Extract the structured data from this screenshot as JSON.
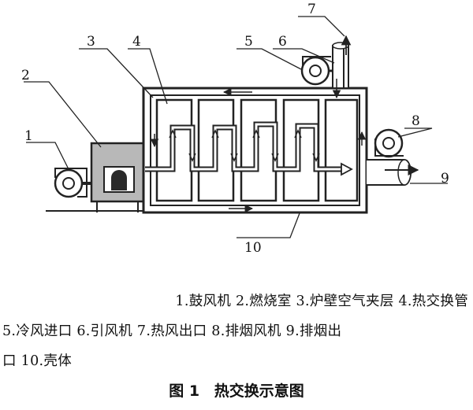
{
  "labels": {
    "n1": "1",
    "n2": "2",
    "n3": "3",
    "n4": "4",
    "n5": "5",
    "n6": "6",
    "n7": "7",
    "n8": "8",
    "n9": "9",
    "n10": "10"
  },
  "legend": {
    "line1": "1.鼓风机 2.燃烧室 3.炉壁空气夹层 4.热交换管",
    "line2": "5.冷风进口 6.引风机 7.热风出口 8.排烟风机 9.排烟出",
    "line3": "口 10.壳体"
  },
  "caption": {
    "figure_no": "图 1",
    "title": "热交换示意图"
  }
}
